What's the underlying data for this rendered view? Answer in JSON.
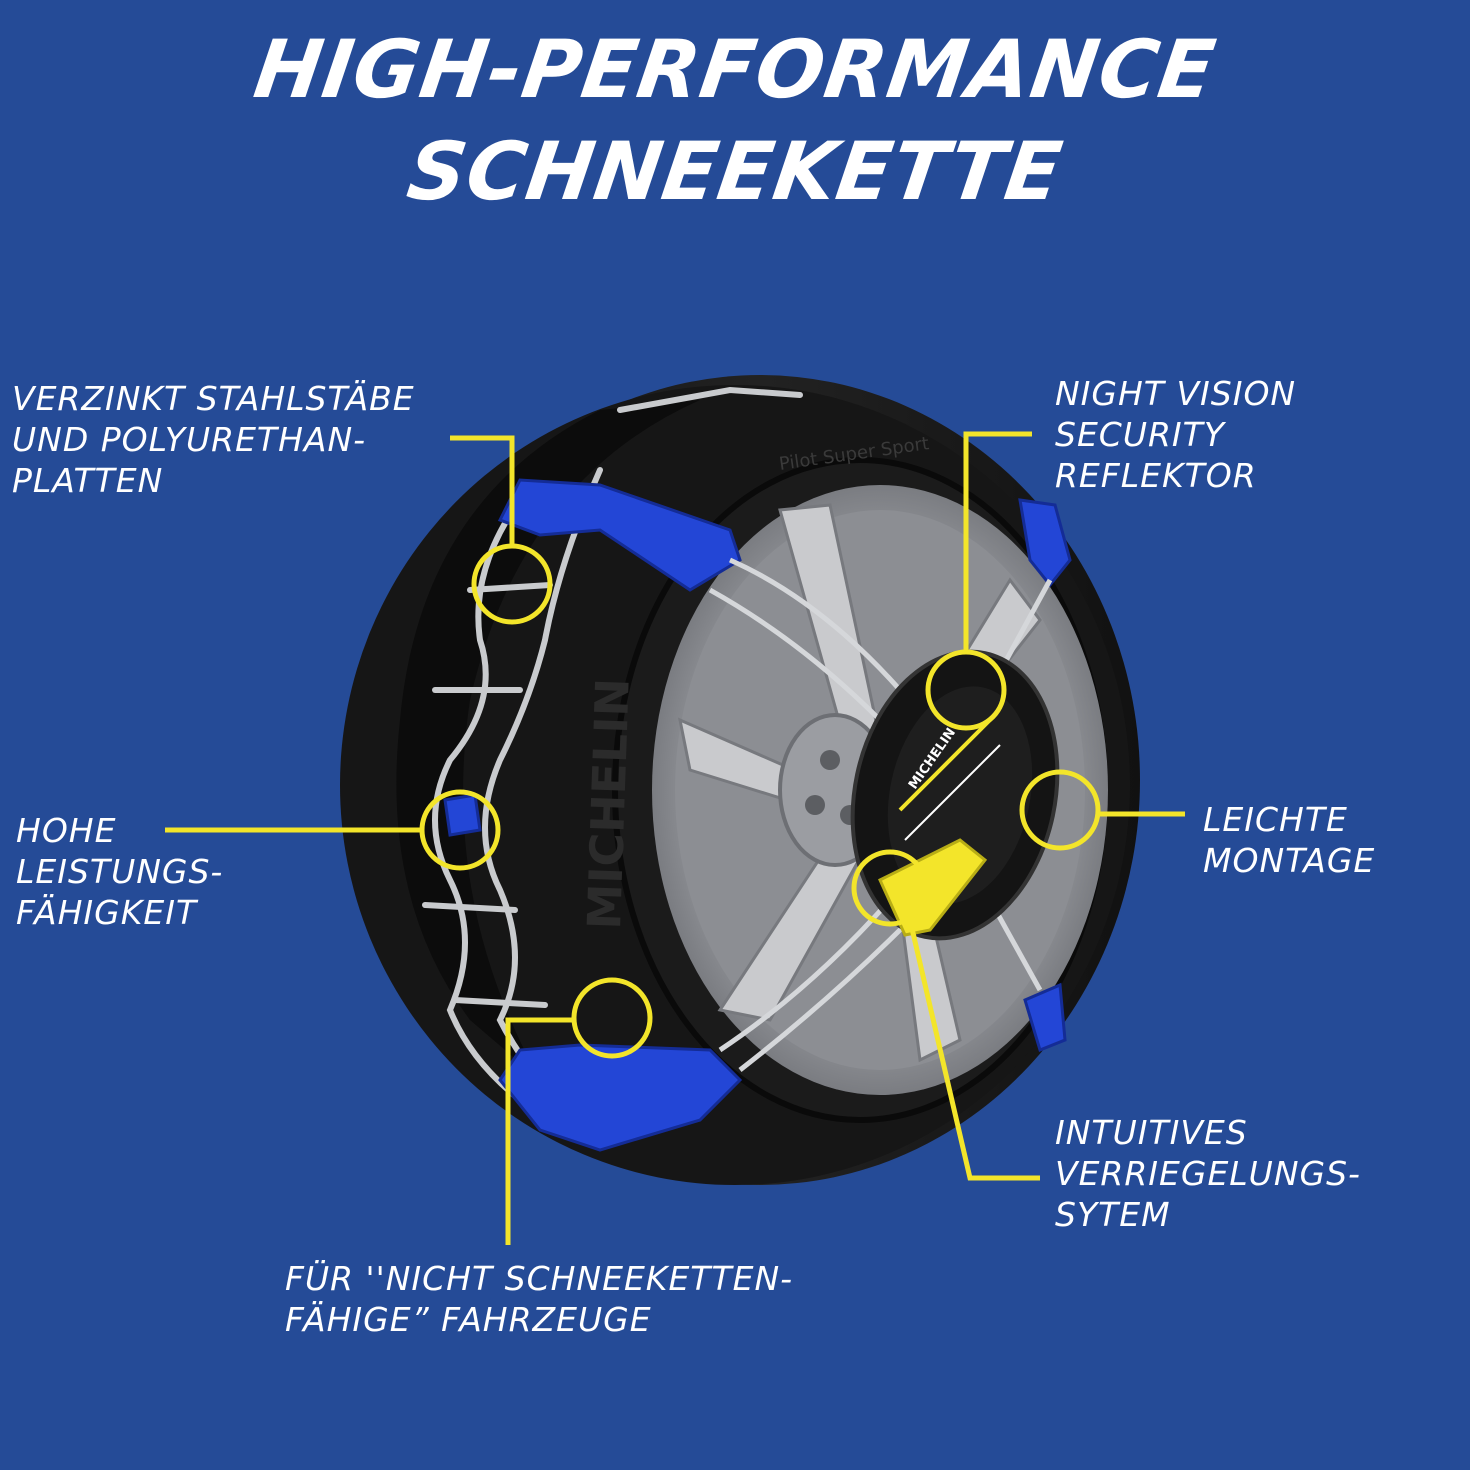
{
  "header": {
    "title_line1": "HIGH-PERFORMANCE",
    "title_line2": "SCHNEEKETTE"
  },
  "callouts": {
    "steel_bars": [
      "VERZINKT STAHLSTÄBE",
      "UND POLYURETHAN-",
      "PLATTEN"
    ],
    "reflector": [
      "NIGHT VISION",
      "SECURITY",
      "REFLEKTOR"
    ],
    "performance": [
      "HOHE",
      "LEISTUNGS-",
      "FÄHIGKEIT"
    ],
    "mounting": [
      "LEICHTE",
      "MONTAGE"
    ],
    "locking": [
      "INTUITIVES",
      "VERRIEGELUNGS-",
      "SYTEM"
    ],
    "vehicles": [
      "FÜR ''NICHT SCHNEEKETTEN-",
      "FÄHIGE” FAHRZEUGE"
    ]
  },
  "product": {
    "tire_sidewall_text": "MICHELIN",
    "tread_text": "Pilot Super Sport",
    "hub_logo_text": "MICHELIN"
  },
  "colors": {
    "background": "#254b97",
    "accent_yellow": "#f3e52a",
    "chain_blue": "#2346d6",
    "tire": "#1a1a1a"
  }
}
